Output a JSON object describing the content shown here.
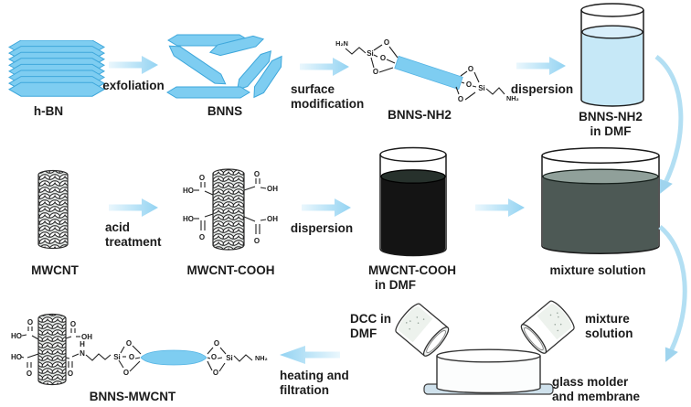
{
  "colors": {
    "sheet_fill": "#7ecdf1",
    "sheet_edge": "#41a9dc",
    "arrow_tail": "#eaf7fd",
    "arrow_tip": "#93d3f2",
    "curve_arrow": "#b3dff3",
    "liquid_bnns": "#c6e8f7",
    "liquid_mwcnt": "#141414",
    "liquid_mixture": "#4d5955",
    "mixture_surface": "#90a09a",
    "plate": "#cfe1ec",
    "outline": "#1b1b1b"
  },
  "row1": {
    "hbn_label": "h-BN",
    "exfoliation_label": "exfoliation",
    "bnns_label": "BNNS",
    "surface_mod_line1": "surface",
    "surface_mod_line2": "modification",
    "bnns_nh2_label": "BNNS-NH2",
    "dispersion_label": "dispersion",
    "beaker_label_line1": "BNNS-NH2",
    "beaker_label_line2": "in DMF"
  },
  "row2": {
    "mwcnt_label": "MWCNT",
    "acid_line1": "acid",
    "acid_line2": "treatment",
    "mwcnt_cooh_label": "MWCNT-COOH",
    "dispersion_label": "dispersion",
    "beaker_label_line1": "MWCNT-COOH",
    "beaker_label_line2": "in DMF",
    "mixture_label": "mixture solution"
  },
  "row3": {
    "bnns_mwcnt_label": "BNNS-MWCNT",
    "heating_line1": "heating and",
    "heating_line2": "filtration",
    "dcc_line1": "DCC in",
    "dcc_line2": "DMF",
    "mixture_line1": "mixture",
    "mixture_line2": "solution",
    "molder_line1": "glass molder",
    "molder_line2": "and membrane"
  },
  "chem": {
    "h2n": "H₂N",
    "nh2": "NH₂",
    "si": "Si",
    "o": "O",
    "ho": "HO",
    "oh": "OH",
    "n": "N",
    "h": "H"
  }
}
